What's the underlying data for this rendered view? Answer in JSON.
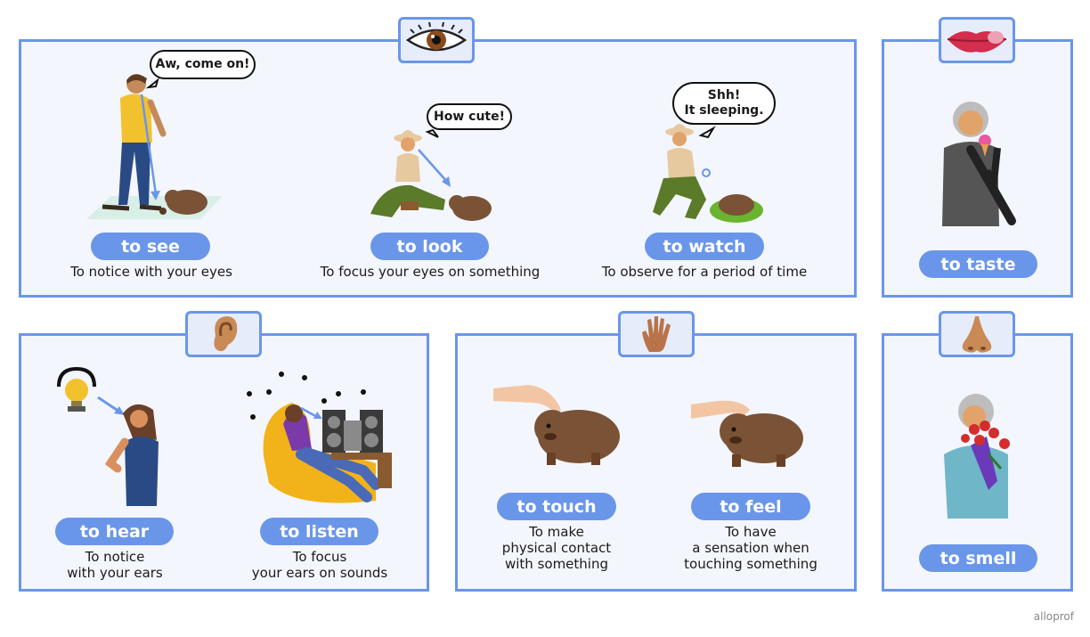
{
  "sight": {
    "to_see": {
      "label": "to see",
      "desc": "To notice with your eyes",
      "bubble": "Aw, come on!"
    },
    "to_look": {
      "label": "to look",
      "desc": "To focus your eyes on something",
      "bubble": "How cute!"
    },
    "to_watch": {
      "label": "to watch",
      "desc": "To observe for a period of time",
      "bubble_line1": "Shh!",
      "bubble_line2": "It sleeping."
    }
  },
  "taste": {
    "label": "to taste"
  },
  "hearing": {
    "to_hear": {
      "label": "to hear",
      "desc_line1": "To notice",
      "desc_line2": "with your ears"
    },
    "to_listen": {
      "label": "to listen",
      "desc_line1": "To focus",
      "desc_line2": "your ears on sounds"
    }
  },
  "touch": {
    "to_touch": {
      "label": "to touch",
      "desc_line1": "To make",
      "desc_line2": "physical contact",
      "desc_line3": "with something"
    },
    "to_feel": {
      "label": "to feel",
      "desc_line1": "To have",
      "desc_line2": "a sensation when",
      "desc_line3": "touching something"
    }
  },
  "smell": {
    "label": "to smell"
  },
  "footer": {
    "brand": "alloprof"
  },
  "icons": [
    "eye-icon",
    "lips-icon",
    "ear-icon",
    "hand-icon",
    "nose-icon"
  ]
}
